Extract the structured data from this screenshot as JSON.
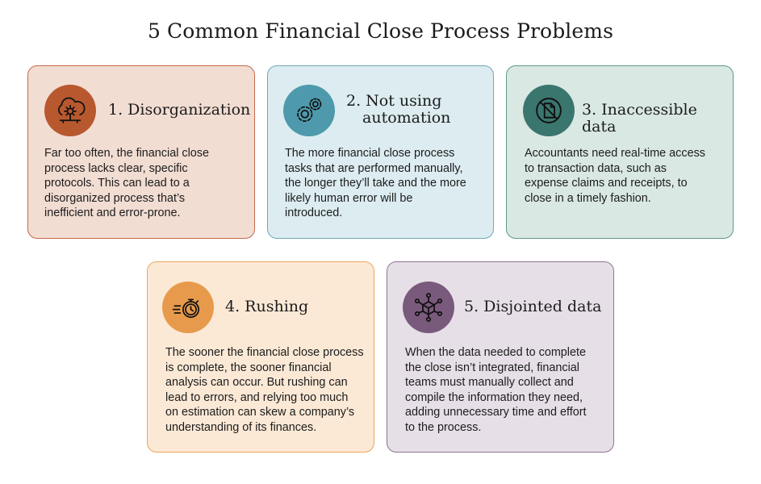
{
  "title": "5 Common Financial Close Process Problems",
  "colors": {
    "card1_bg": "#f2ddd3",
    "card1_border": "#c8684a",
    "card1_icon": "#b8582f",
    "card2_bg": "#dcecf0",
    "card2_border": "#70a9b8",
    "card2_icon": "#4e9aac",
    "card3_bg": "#d9e8e3",
    "card3_border": "#5f9a8e",
    "card3_icon": "#3a766e",
    "card4_bg": "#fbe9d6",
    "card4_border": "#eca45a",
    "card4_icon": "#e89a4c",
    "card5_bg": "#e6dfe7",
    "card5_border": "#8e7592",
    "card5_icon": "#7a5a7c"
  },
  "cards": [
    {
      "icon": "cloud-gear-icon",
      "heading": "1. Disorganization",
      "body_lines": [
        "Far too often, the financial close",
        "process lacks clear, specific",
        "protocols. This can lead to a",
        "disorganized process that’s",
        "inefficient and error-prone."
      ]
    },
    {
      "icon": "gears-icon",
      "heading_lines": [
        "2. Not using",
        "automation"
      ],
      "body_lines": [
        "The more financial close process",
        "tasks that are performed manually,",
        "the longer they’ll take and the more",
        "likely human error will be",
        "introduced."
      ]
    },
    {
      "icon": "no-access-document-icon",
      "heading": "3. Inaccessible data",
      "body_lines": [
        "Accountants need real-time access",
        "to transaction data, such as",
        "expense claims and receipts, to",
        "close in a timely fashion."
      ]
    },
    {
      "icon": "stopwatch-icon",
      "heading": "4. Rushing",
      "body_lines": [
        "The sooner the financial close process",
        "is complete, the sooner financial",
        "analysis can occur. But rushing can",
        "lead to errors, and relying too much",
        "on estimation can skew a company’s",
        "understanding of its finances."
      ]
    },
    {
      "icon": "network-cube-icon",
      "heading": "5. Disjointed data",
      "body_lines": [
        "When the data needed to complete",
        "the close isn’t integrated, financial",
        "teams must manually collect and",
        "compile the information they need,",
        "adding unnecessary time and effort",
        "to the process."
      ]
    }
  ]
}
